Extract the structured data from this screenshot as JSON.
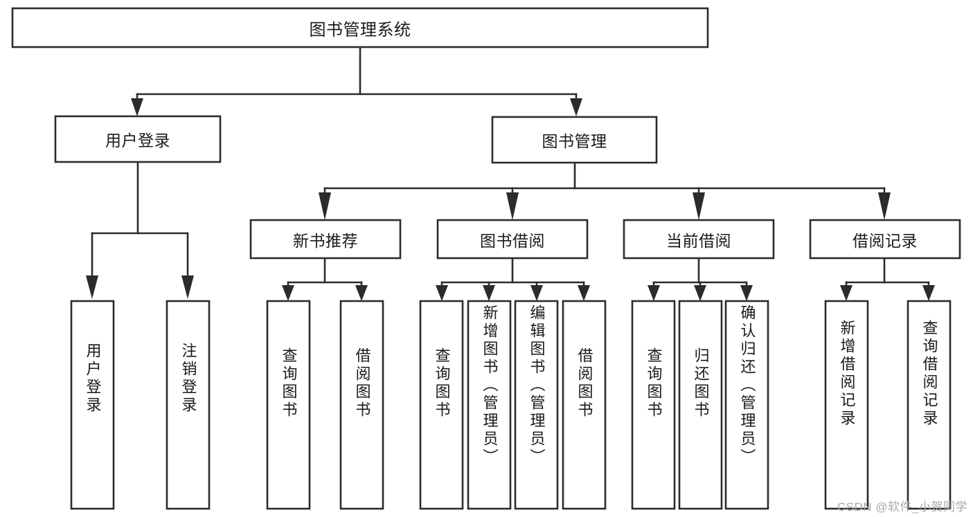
{
  "diagram": {
    "type": "tree-hierarchy",
    "title": "图书管理系统",
    "watermark": "CSDN @软件_小贺同学",
    "colors": {
      "background": "#ffffff",
      "stroke": "#2b2b2b",
      "box_fill": "#ffffff",
      "text": "#1a1a1a",
      "watermark": "#a8a8a8"
    },
    "nodes": {
      "root": {
        "label": "图书管理系统"
      },
      "level2": [
        {
          "id": "user-login",
          "label": "用户登录"
        },
        {
          "id": "book-management",
          "label": "图书管理"
        }
      ],
      "level3": [
        {
          "id": "new-book-recommend",
          "label": "新书推荐"
        },
        {
          "id": "book-borrow",
          "label": "图书借阅"
        },
        {
          "id": "current-borrow",
          "label": "当前借阅"
        },
        {
          "id": "borrow-record",
          "label": "借阅记录"
        }
      ],
      "leaves": {
        "user_login": [
          {
            "id": "leaf-user-login",
            "label": "用户登录"
          },
          {
            "id": "leaf-user-logout",
            "label": "注销登录"
          }
        ],
        "new_book_recommend": [
          {
            "id": "leaf-query-book-1",
            "label": "查询图书"
          },
          {
            "id": "leaf-borrow-book-1",
            "label": "借阅图书"
          }
        ],
        "book_borrow": [
          {
            "id": "leaf-query-book-2",
            "label": "查询图书"
          },
          {
            "id": "leaf-add-book",
            "label": "新增图书（管理员）"
          },
          {
            "id": "leaf-edit-book",
            "label": "编辑图书（管理员）"
          },
          {
            "id": "leaf-borrow-book-2",
            "label": "借阅图书"
          }
        ],
        "current_borrow": [
          {
            "id": "leaf-query-book-3",
            "label": "查询图书"
          },
          {
            "id": "leaf-return-book",
            "label": "归还图书"
          },
          {
            "id": "leaf-confirm-return",
            "label": "确认归还（管理员）"
          }
        ],
        "borrow_record": [
          {
            "id": "leaf-add-record",
            "label": "新增借阅记录"
          },
          {
            "id": "leaf-query-record",
            "label": "查询借阅记录"
          }
        ]
      }
    }
  }
}
